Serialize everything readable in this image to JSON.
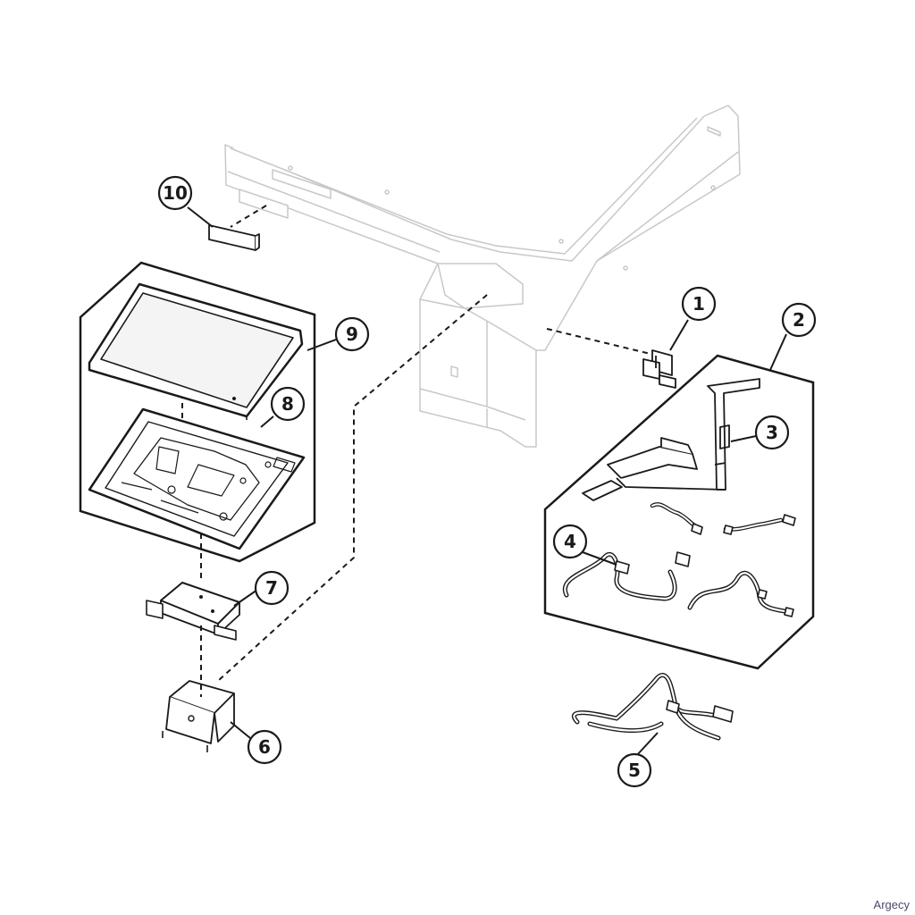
{
  "diagram": {
    "callouts": [
      "1",
      "2",
      "3",
      "4",
      "5",
      "6",
      "7",
      "8",
      "9",
      "10"
    ],
    "watermark": "Argecy"
  },
  "colors": {
    "line": "#1a1a1a",
    "ghost": "#c8c8c8",
    "fill": "#ffffff",
    "screen": "#f4f4f4"
  }
}
